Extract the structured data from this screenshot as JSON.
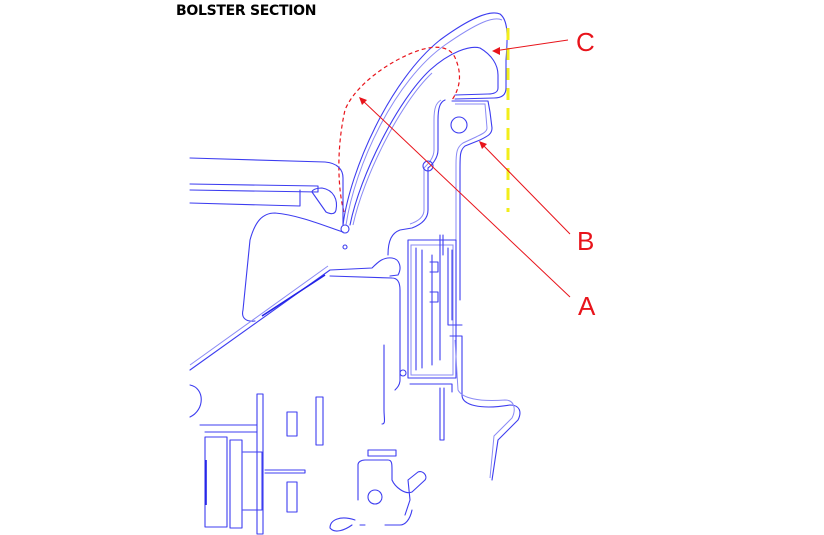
{
  "title": "BOLSTER SECTION",
  "colors": {
    "linework": "#3d3df0",
    "callouts": "#e8141b",
    "datum_line": "#f2ee1a",
    "background": "#ffffff"
  },
  "callouts": [
    {
      "id": "A",
      "label": "A",
      "target": "bolster-dashed-outline"
    },
    {
      "id": "B",
      "label": "B",
      "target": "retaining-hook"
    },
    {
      "id": "C",
      "label": "C",
      "target": "bolster-cap"
    }
  ],
  "line_styles": {
    "bolster_outline": "dashed",
    "datum_line": "dashed"
  }
}
